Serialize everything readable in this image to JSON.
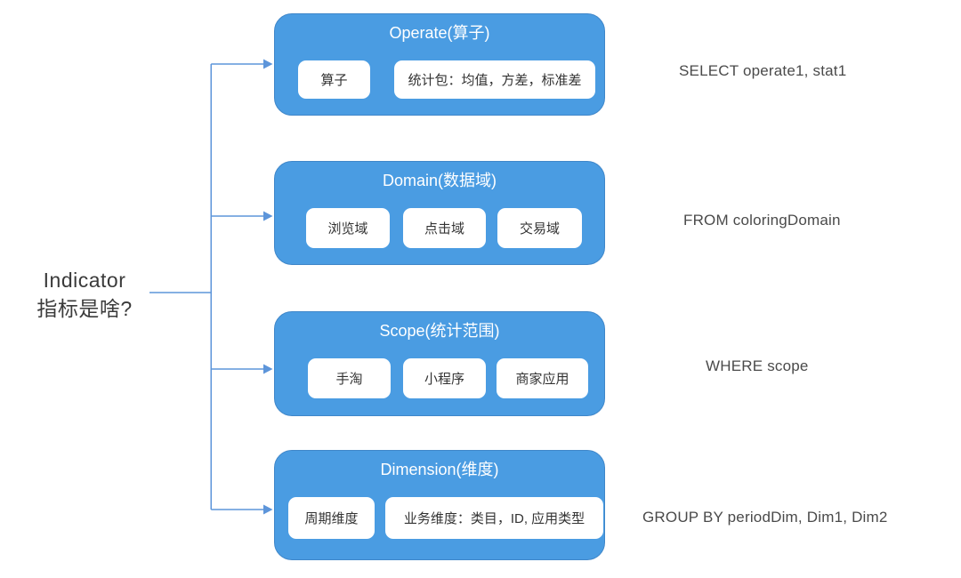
{
  "root": {
    "title_en": "Indicator",
    "title_zh": "指标是啥?"
  },
  "groups": [
    {
      "title": "Operate(算子)",
      "items": [
        "算子",
        "统计包：均值，方差，标准差"
      ],
      "annotation": "SELECT operate1, stat1"
    },
    {
      "title": "Domain(数据域)",
      "items": [
        "浏览域",
        "点击域",
        "交易域"
      ],
      "annotation": "FROM coloringDomain"
    },
    {
      "title": "Scope(统计范围)",
      "items": [
        "手淘",
        "小程序",
        "商家应用"
      ],
      "annotation": "WHERE scope"
    },
    {
      "title": "Dimension(维度)",
      "items": [
        "周期维度",
        "业务维度：类目，ID, 应用类型"
      ],
      "annotation": "GROUP BY periodDim, Dim1, Dim2"
    }
  ],
  "colors": {
    "box_fill": "#4a9ce2",
    "box_border": "#3f86c9",
    "item_fill": "#ffffff",
    "connector": "#5d95da",
    "title_text": "#ffffff",
    "item_text": "#333333",
    "annotation_text": "#4a4a4a",
    "label_text": "#3a3a3a"
  }
}
